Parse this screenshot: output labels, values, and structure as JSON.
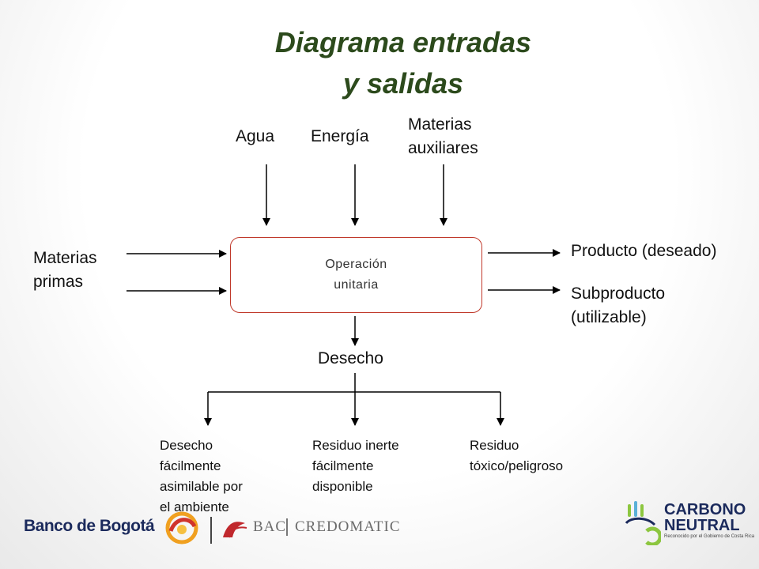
{
  "title": {
    "line1": "Diagrama entradas",
    "line2": "y salidas"
  },
  "inputs_top": {
    "agua": "Agua",
    "energia": "Energía",
    "materias_aux_line1": "Materias",
    "materias_aux_line2": "auxiliares"
  },
  "inputs_left": {
    "line1": "Materias",
    "line2": "primas"
  },
  "process": {
    "line1": "Operación",
    "line2": "unitaria"
  },
  "outputs_right": {
    "producto": "Producto (deseado)",
    "subproducto_line1": "Subproducto",
    "subproducto_line2": "(utilizable)"
  },
  "desecho": "Desecho",
  "waste_types": [
    {
      "lines": [
        "Desecho",
        "fácilmente",
        "asimilable por",
        "el ambiente"
      ]
    },
    {
      "lines": [
        "Residuo inerte",
        "fácilmente",
        "disponible"
      ]
    },
    {
      "lines": [
        "Residuo",
        "tóxico/peligroso"
      ]
    }
  ],
  "logos": {
    "left_brand": "Banco de Bogotá",
    "bac": "BAC",
    "credomatic": "CREDOMATIC",
    "right_line1": "CARBONO",
    "right_line2": "NEUTRAL",
    "right_caption": "Reconocido por el Gobierno de Costa Rica"
  },
  "colors": {
    "title": "#2c4a1c",
    "box_border": "#c0392b",
    "arrows": "#000000"
  }
}
